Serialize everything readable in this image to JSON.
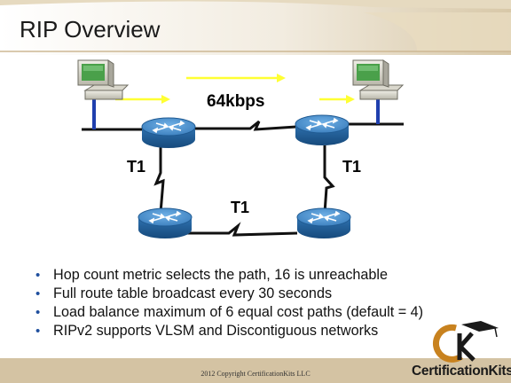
{
  "slide": {
    "title": "RIP Overview"
  },
  "diagram": {
    "link_labels": {
      "top": "64kbps",
      "left": "T1",
      "right": "T1",
      "bottom": "T1"
    },
    "icons": {
      "pc": "desktop-computer-icon",
      "router": "cisco-router-icon",
      "arrow": "yellow-arrow-icon"
    },
    "colors": {
      "router_top": "#4a8cc8",
      "router_side": "#1f5a92",
      "arrow": "#ffff33",
      "ethernet_tap": "#1f3fae"
    }
  },
  "bullets": [
    "Hop count metric selects the path, 16 is unreachable",
    "Full route table broadcast every 30 seconds",
    "Load balance maximum of 6 equal cost paths (default = 4)",
    "RIPv2 supports VLSM and Discontiguous networks"
  ],
  "footer": {
    "copyright": "2012 Copyright CertificationKits  LLC",
    "brand": "CertificationKits"
  }
}
